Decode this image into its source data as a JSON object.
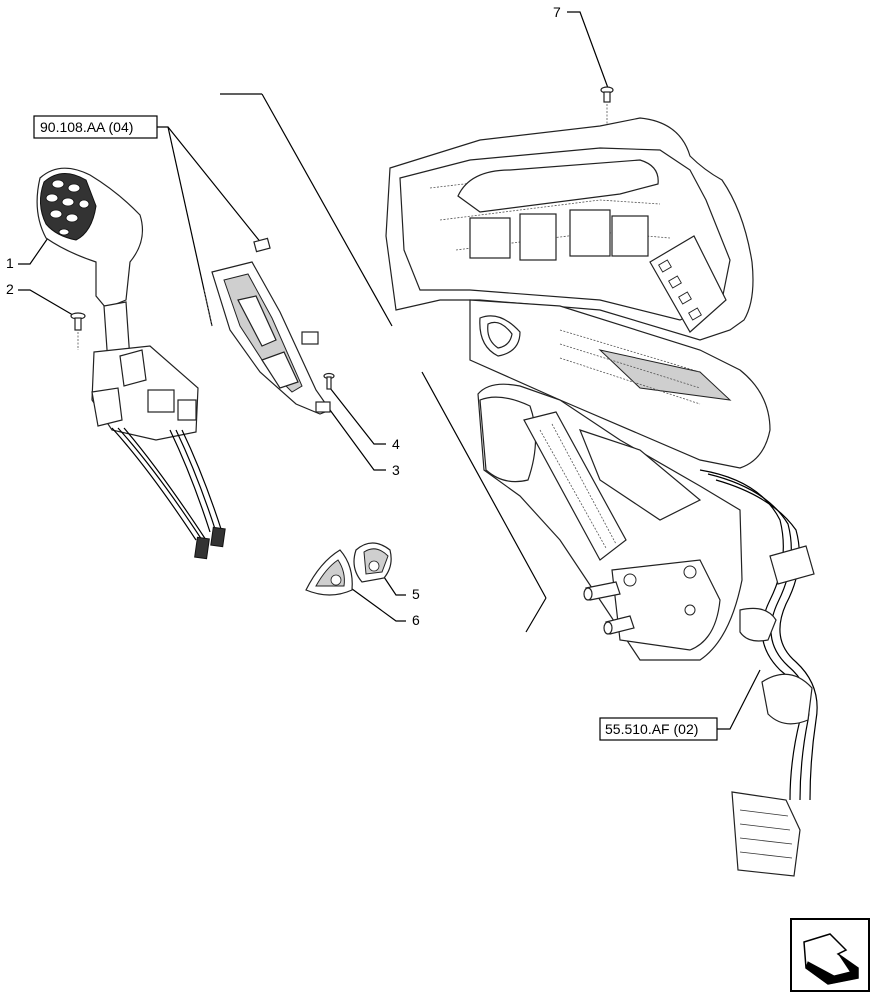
{
  "reference_boxes": [
    {
      "id": "ref-upper",
      "label": "90.108.AA (04)"
    },
    {
      "id": "ref-lower",
      "label": "55.510.AF (02)"
    }
  ],
  "callouts": [
    "1",
    "2",
    "3",
    "4",
    "5",
    "6",
    "7"
  ],
  "icons": {
    "navigation": "next-page-arrow-icon"
  }
}
